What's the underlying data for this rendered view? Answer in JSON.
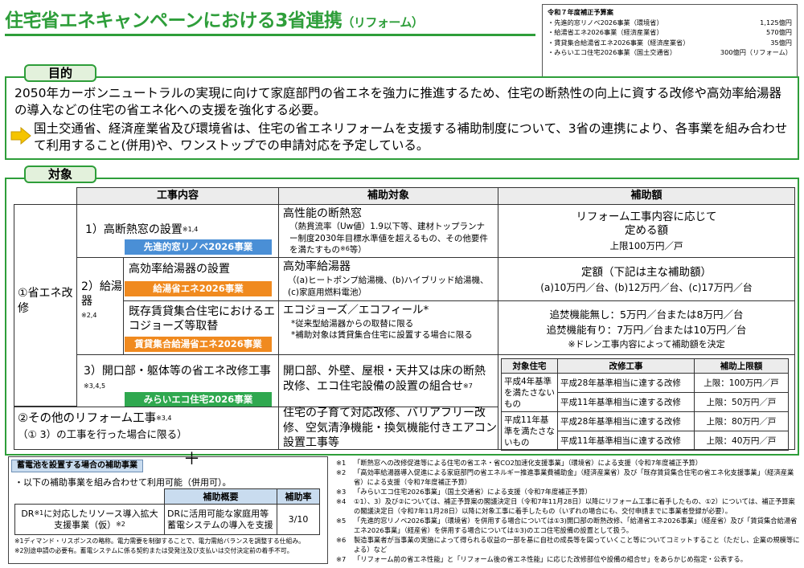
{
  "header": {
    "title": "住宅省エネキャンペーンにおける3省連携",
    "title_suffix": "（リフォーム）"
  },
  "budget": {
    "heading": "令和７年度補正予算案",
    "items": [
      {
        "label": "・先進的窓リノベ2026事業（環境省）",
        "amount": "1,125億円"
      },
      {
        "label": "・給湯省エネ2026事業（経済産業省）",
        "amount": "570億円"
      },
      {
        "label": "・賃貸集合給湯省エネ2026事業（経済産業省）",
        "amount": "35億円"
      },
      {
        "label": "・みらいエコ住宅2026事業（国土交通省）",
        "amount": "300億円（リフォーム）"
      }
    ]
  },
  "objective": {
    "tab": "目的",
    "p1": "2050年カーボンニュートラルの実現に向けて家庭部門の省エネを強力に推進するため、住宅の断熱性の向上に資する改修や高効率給湯器の導入などの住宅の省エネ化への支援を強化する必要。",
    "p2": "国土交通省、経済産業省及び環境省は、住宅の省エネリフォームを支援する補助制度について、3省の連携により、各事業を組み合わせて利用すること(併用)や、ワンストップでの申請対応を予定している。"
  },
  "target": {
    "tab": "対象",
    "headers": {
      "work": "工事内容",
      "subsidy_target": "補助対象",
      "amount": "補助額"
    },
    "energy_label": "①省エネ改修",
    "window": {
      "label": "1）高断熱窓の設置",
      "note": "※1,4",
      "badge": "先進的窓リノベ2026事業",
      "target_title": "高性能の断熱窓",
      "target_detail": "（熱貫流率（Uw値）1.9以下等、建材トップランナー制度2030年目標水準値を超えるもの、その他要件を満たすもの",
      "target_note": "※6",
      "target_tail": "等）",
      "amount_1": "リフォーム工事内容に応じて",
      "amount_2": "定める額",
      "amount_cap": "上限100万円／戸"
    },
    "water": {
      "label": "2）給湯器",
      "note": "※2,4",
      "high_eff": {
        "label": "高効率給湯器の設置",
        "badge": "給湯省エネ2026事業",
        "target_title": "高効率給湯器",
        "target_detail": "（(a)ヒートポンプ給湯機、(b)ハイブリッド給湯機、(c)家庭用燃料電池）",
        "amount_1": "定額（下記は主な補助額）",
        "amount_2": "(a)10万円／台、(b)12万円／台、(c)17万円／台"
      },
      "rental": {
        "label": "既存賃貸集合住宅におけるエコジョーズ等取替",
        "badge": "賃貸集合給湯省エネ2026事業",
        "target_title": "エコジョーズ／エコフィール*",
        "target_note1": "*従来型給湯器からの取替に限る",
        "target_note2": "*補助対象は賃貸集合住宅に設置する場合に限る",
        "amount_1": "追焚機能無し：5万円／台または8万円／台",
        "amount_2": "追焚機能有り：7万円／台または10万円／台",
        "amount_3": "※ドレン工事内容によって補助額を決定"
      }
    },
    "opening": {
      "label": "3）開口部・躯体等の省エネ改修工事",
      "note": "※3,4,5",
      "badge": "みらいエコ住宅2026事業",
      "target": "開口部、外壁、屋根・天井又は床の断熱改修、エコ住宅設備の設置の組合せ",
      "target_note": "※7"
    },
    "other": {
      "label": "②その他のリフォーム工事",
      "note": "※3,4",
      "sub": "（① 3）の工事を行った場合に限る）",
      "target": "住宅の子育て対応改修、バリアフリー改修、空気清浄機能・換気機能付きエアコン設置工事等"
    },
    "cap_table": {
      "headers": [
        "対象住宅",
        "改修工事",
        "補助上限額"
      ],
      "groups": [
        {
          "house": "平成4年基準を満たさないもの",
          "rows": [
            {
              "work": "平成28年基準相当に達する改修",
              "cap": "上限：100万円／戸"
            },
            {
              "work": "平成11年基準相当に達する改修",
              "cap": "上限：50万円／戸"
            }
          ]
        },
        {
          "house": "平成11年基準を満たさないもの",
          "rows": [
            {
              "work": "平成28年基準相当に達する改修",
              "cap": "上限：80万円／戸"
            },
            {
              "work": "平成11年基準相当に達する改修",
              "cap": "上限：40万円／戸"
            }
          ]
        }
      ]
    }
  },
  "battery": {
    "tag": "蓄電池を設置する場合の補助事業",
    "plus": "＋",
    "lead": "・以下の補助事業を組み合わせて利用可能（併用可）。",
    "headers": [
      "補助概要",
      "補助率"
    ],
    "row_name": "DR",
    "row_name_note": "※1",
    "row_name_rest": "に対応したリソース導入拡大支援事業（仮）",
    "row_name_note2": "※2",
    "row_summary": "DRに活用可能な家庭用等蓄電システムの導入を支援",
    "row_rate": "3/10",
    "foot1": "※1ディマンド・リスポンスの略称。電力需要を制御することで、電力需給バランスを調整する仕組み。",
    "foot2": "※2別途申請の必要有。蓄電システムに係る契約または受発注及び支払いは交付決定前の着手不可。"
  },
  "notes": [
    {
      "k": "※1",
      "t": "「断熱窓への改修促進等による住宅の省エネ・省CO2加速化支援事業」（環境省）による支援（令和7年度補正予算）"
    },
    {
      "k": "※2",
      "t": "「高効率給湯器導入促進による家庭部門の省エネルギー推進事業費補助金」（経済産業省）及び「既存賃貸集合住宅の省エネ化支援事業」（経済産業省）による支援（令和7年度補正予算）"
    },
    {
      "k": "※3",
      "t": "「みらいエコ住宅2026事業」（国土交通省）による支援（令和7年度補正予算）"
    },
    {
      "k": "※4",
      "t": "①1）、3）及び②については、補正予算案の閣議決定日（令和7年11月28日）以降にリフォーム工事に着手したもの、①2）については、補正予算案の閣議決定日（令和7年11月28日）以降に対象工事に着手したもの（いずれの場合にも、交付申請までに事業者登録が必要）。"
    },
    {
      "k": "※5",
      "t": "「先進的窓リノベ2026事業」（環境省）を併用する場合については①3)開口部の断熱改修、「給湯省エネ2026事業」（経産省）及び「賃貸集合給湯省エネ2026事業」（経産省）を併用する場合については①3)のエコ住宅設備の設置として扱う。"
    },
    {
      "k": "※6",
      "t": "製造事業者が当事業の実施によって得られる収益の一部を基に自社の成長等を図っていくこと等についてコミットすること（ただし、企業の規模等による）など"
    },
    {
      "k": "※7",
      "t": "「リフォーム前の省エネ性能」と「リフォーム後の省エネ性能」に応じた改修部位や設備の組合せ」をあらかじめ指定・公表する。"
    }
  ]
}
